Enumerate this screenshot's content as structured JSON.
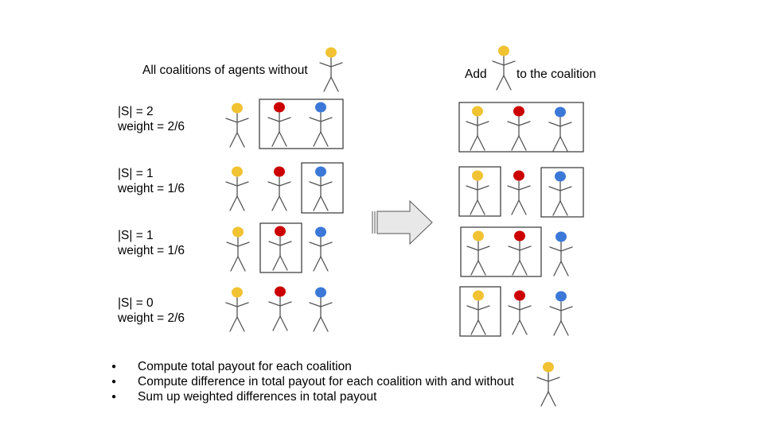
{
  "colors": {
    "yellow": "#f1c232",
    "red": "#cc0000",
    "blue": "#3c78d8",
    "stroke": "#555555",
    "box": "#333333"
  },
  "left_panel": {
    "title": "All coalitions of agents without",
    "rows": [
      {
        "size_label": "|S| = 2",
        "weight_label": "weight = 2/6",
        "members": [
          "red",
          "blue"
        ]
      },
      {
        "size_label": "|S| = 1",
        "weight_label": "weight = 1/6",
        "members": [
          "blue"
        ]
      },
      {
        "size_label": "|S| = 1",
        "weight_label": "weight = 1/6",
        "members": [
          "red"
        ]
      },
      {
        "size_label": "|S| = 0",
        "weight_label": "weight = 2/6",
        "members": []
      }
    ]
  },
  "right_panel": {
    "title_prefix": "Add",
    "title_suffix": "to the coalition",
    "rows": [
      {
        "members": [
          "yellow",
          "red",
          "blue"
        ]
      },
      {
        "members": [
          "yellow",
          "blue"
        ]
      },
      {
        "members": [
          "yellow",
          "red"
        ]
      },
      {
        "members": [
          "yellow"
        ]
      }
    ]
  },
  "arrow_icon": "right-arrow-icon",
  "bullets": [
    "Compute total payout for each coalition",
    "Compute difference in total payout for each coalition with and without",
    "Sum up weighted differences in total payout"
  ]
}
